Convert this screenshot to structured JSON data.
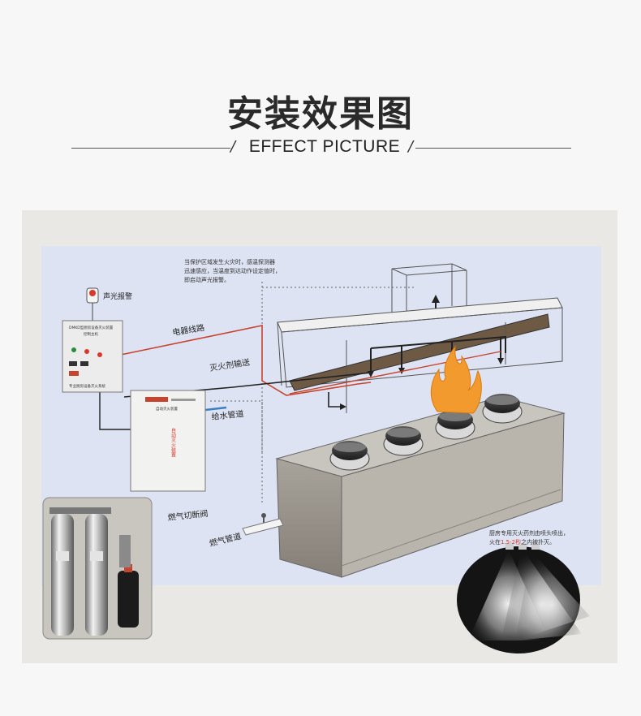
{
  "header": {
    "title": "安装效果图",
    "subtitle": "EFFECT PICTURE"
  },
  "diagram": {
    "alarm_label": "声光报警",
    "top_note_lines": [
      "当保护区域发生火灾时，感温探测器",
      "迅速感应，当温度到达动作设定值时，",
      "即启动声光报警。"
    ],
    "electric_line_label": "电器线路",
    "agent_delivery_label": "灭火剂输送",
    "water_pipe_label": "给水管道",
    "gas_valve_label": "燃气切断阀",
    "gas_pipe_label": "燃气管道",
    "control_box_header": "DMKD型厨房设备灭火装置",
    "control_box_subheader": "控制主机",
    "control_box_footer": "专业厨房设备灭火系统",
    "cabinet_label": "自动灭火装置",
    "cabinet_vertical_text": "自动灭火装置",
    "spray_note_line1": "厨房专用灭火药剂由喷头喷出，",
    "spray_note_prefix": "火在",
    "spray_note_highlight": "1.5-2秒",
    "spray_note_suffix": "之内被扑灭。",
    "colors": {
      "pipe_red": "#c8432d",
      "pipe_blue": "#3a7fc1",
      "flame_orange": "#f29a2e",
      "background_blue": "#dde3f2"
    }
  }
}
